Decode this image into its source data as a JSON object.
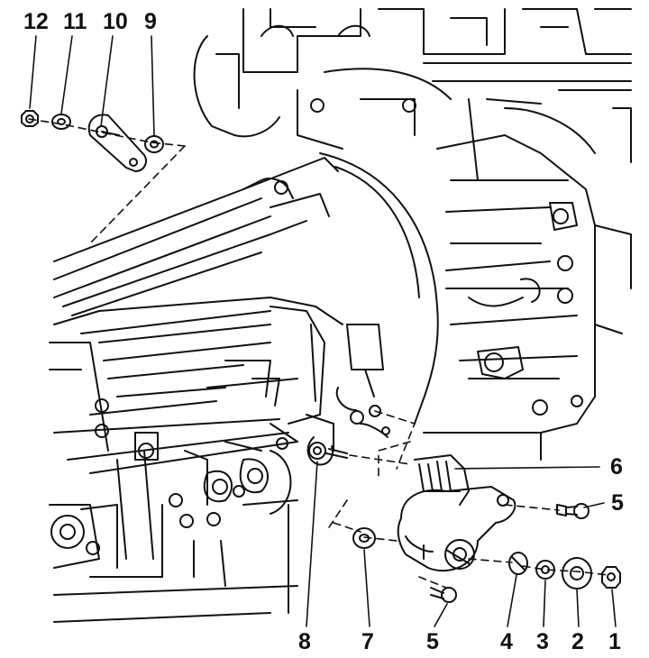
{
  "figure": {
    "colors": {
      "ink": "#111111",
      "paper": "#ffffff"
    },
    "labels": [
      {
        "id": "12",
        "text": "12"
      },
      {
        "id": "11",
        "text": "11"
      },
      {
        "id": "10",
        "text": "10"
      },
      {
        "id": "9",
        "text": "9"
      },
      {
        "id": "6",
        "text": "6"
      },
      {
        "id": "5a",
        "text": "5"
      },
      {
        "id": "8",
        "text": "8"
      },
      {
        "id": "7",
        "text": "7"
      },
      {
        "id": "5b",
        "text": "5"
      },
      {
        "id": "4",
        "text": "4"
      },
      {
        "id": "3",
        "text": "3"
      },
      {
        "id": "2",
        "text": "2"
      },
      {
        "id": "1",
        "text": "1"
      }
    ]
  }
}
